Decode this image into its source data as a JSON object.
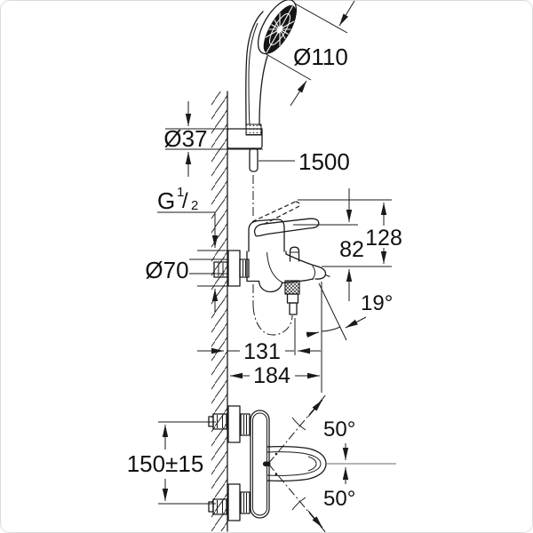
{
  "drawing": {
    "labels": {
      "hand_shower_diameter": "Ø110",
      "holder_diameter": "Ø37",
      "hose_length": "1500",
      "thread_letter": "G",
      "thread_numerator": "1",
      "thread_slash": "/",
      "thread_denominator": "2",
      "escutcheon_diameter": "Ø70",
      "lever_height_closed": "82",
      "lever_height_open": "128",
      "spout_angle": "19°",
      "projection_hose_outlet": "131",
      "projection_spout": "184",
      "inlet_distance": "150±15",
      "lever_swing_upper": "50°",
      "lever_swing_lower": "50°"
    },
    "colors": {
      "line": "#1a1a1a",
      "background": "#ffffff",
      "border": "#dcdcdc"
    }
  }
}
